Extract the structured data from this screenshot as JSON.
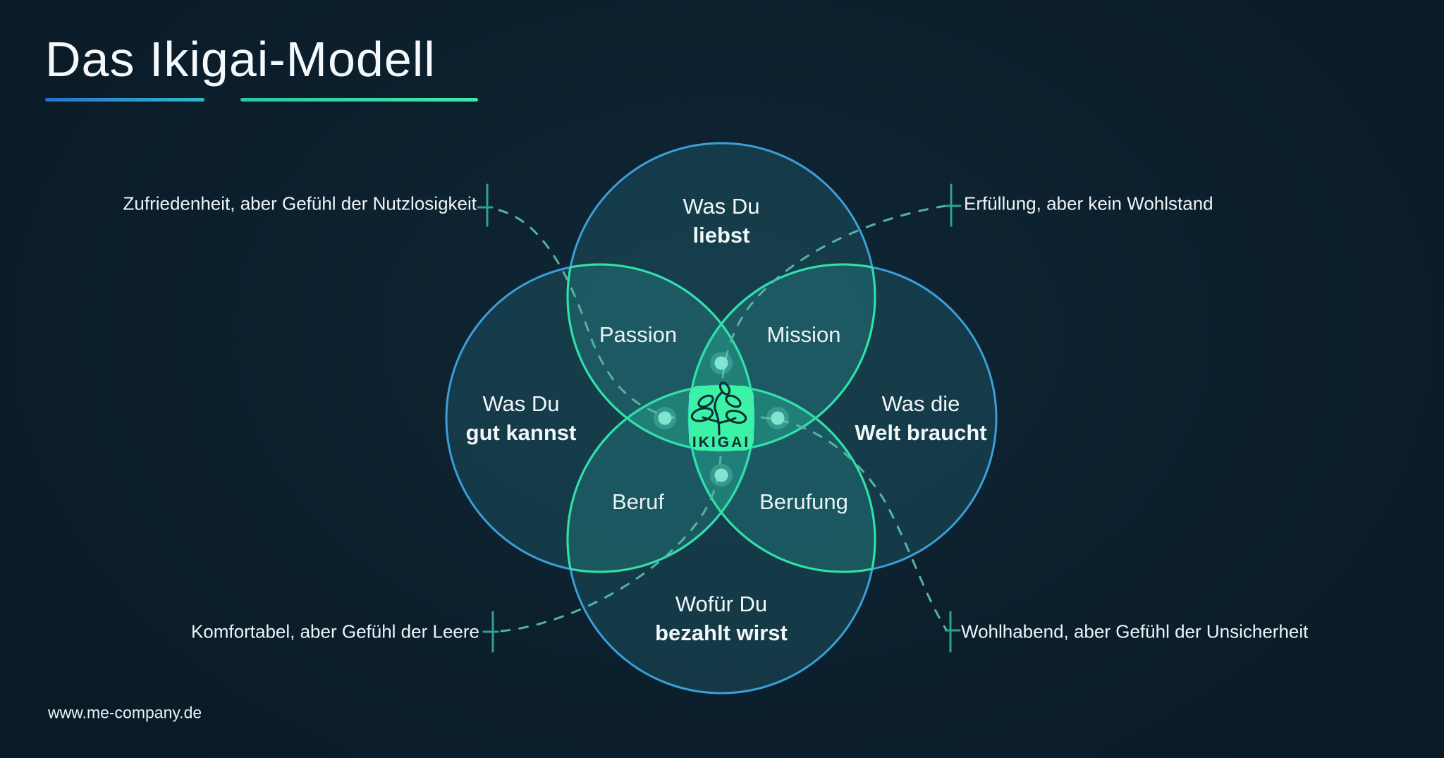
{
  "title": "Das Ikigai-Modell",
  "footer": {
    "url": "www.me-company.de"
  },
  "diagram": {
    "center": {
      "label": "IKIGAI",
      "icon": "sprout-icon"
    },
    "circles": {
      "top": {
        "line1": "Was Du",
        "line2": "liebst"
      },
      "left": {
        "line1": "Was Du",
        "line2": "gut kannst"
      },
      "right": {
        "line1": "Was die",
        "line2": "Welt braucht"
      },
      "bottom": {
        "line1": "Wofür Du",
        "line2": "bezahlt wirst"
      }
    },
    "intersections": {
      "passion": {
        "label": "Passion"
      },
      "mission": {
        "label": "Mission"
      },
      "beruf": {
        "label": "Beruf"
      },
      "berufung": {
        "label": "Berufung"
      }
    },
    "annotations": {
      "top_left": {
        "label": "Zufriedenheit, aber Gefühl der Nutzlosigkeit"
      },
      "top_right": {
        "label": "Erfüllung, aber kein Wohlstand"
      },
      "bottom_left": {
        "label": "Komfortabel, aber Gefühl der Leere"
      },
      "bottom_right": {
        "label": "Wohlhabend, aber Gefühl der Unsicherheit"
      }
    }
  },
  "colors": {
    "background": "#0c1f2d",
    "circle_stroke_blue": "#3b9fd8",
    "inner_arc_green": "#2fe3a4",
    "center_badge_green": "#3cf2a6",
    "dashed_line_teal": "#55b3a2",
    "tick_teal": "#2ca28f",
    "dot_aqua": "#7ee6d2",
    "underline_blue": "#2a6fd0",
    "underline_green": "#3fe9a9",
    "text_white": "#f2f7f9",
    "badge_text_dark": "#0c2a33"
  }
}
